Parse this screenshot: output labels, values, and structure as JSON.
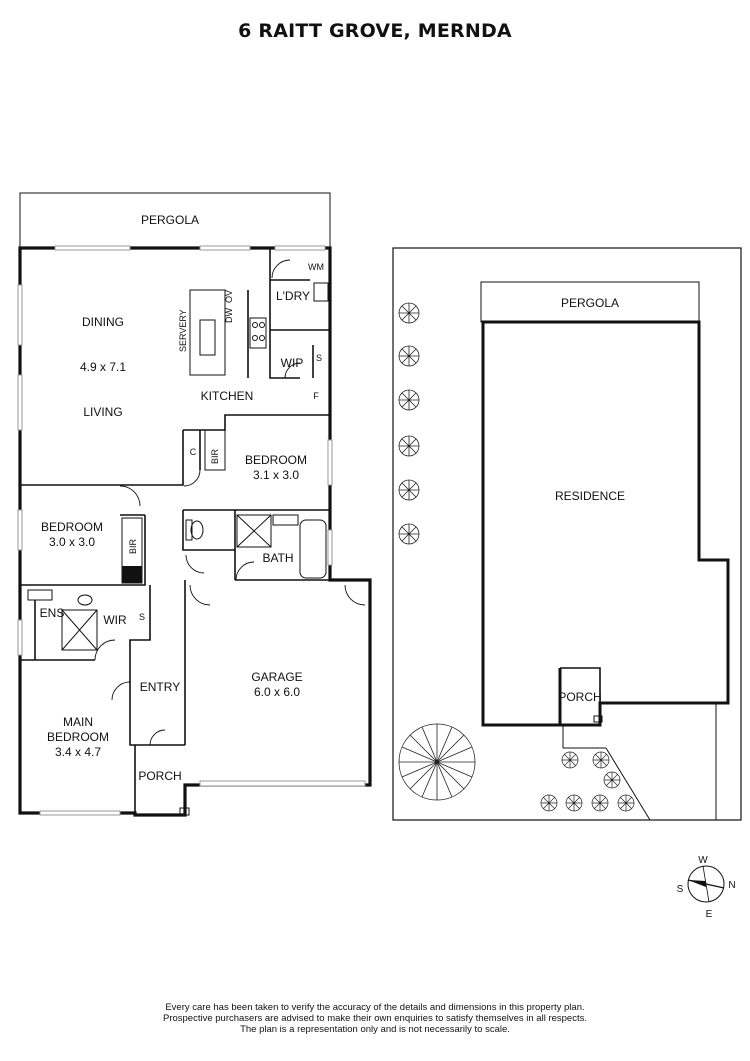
{
  "title": "6 RAITT GROVE, MERNDA",
  "floor_plan": {
    "rooms": {
      "pergola": "PERGOLA",
      "wm": "WM",
      "ldry": "L'DRY",
      "dining": "DINING",
      "dining_living_dims": "4.9 x 7.1",
      "living": "LIVING",
      "servery": "SERVERY",
      "dw": "DW",
      "ov": "OV",
      "wip": "WIP",
      "s_wip": "S",
      "kitchen": "KITCHEN",
      "f": "F",
      "c": "C",
      "bir_1": "BIR",
      "bedroom_2": "BEDROOM",
      "bedroom_2_dims": "3.1 x 3.0",
      "bedroom_3": "BEDROOM",
      "bedroom_3_dims": "3.0 x 3.0",
      "bir_2": "BIR",
      "bath": "BATH",
      "ens": "ENS",
      "wir": "WIR",
      "s_wir": "S",
      "entry": "ENTRY",
      "garage": "GARAGE",
      "garage_dims": "6.0 x 6.0",
      "main_bedroom_line1": "MAIN",
      "main_bedroom_line2": "BEDROOM",
      "main_bedroom_dims": "3.4 x 4.7",
      "porch": "PORCH"
    }
  },
  "site_plan": {
    "pergola": "PERGOLA",
    "residence": "RESIDENCE",
    "porch": "PORCH"
  },
  "compass": {
    "w": "W",
    "s": "S",
    "n": "N",
    "e": "E"
  },
  "disclaimer": [
    "Every care has been taken to verify the accuracy of the details and dimensions in this property plan.",
    "Prospective purchasers are advised to make their own enquiries to satisfy themselves in all respects.",
    "The plan is a representation only and is not necessarily to scale."
  ]
}
